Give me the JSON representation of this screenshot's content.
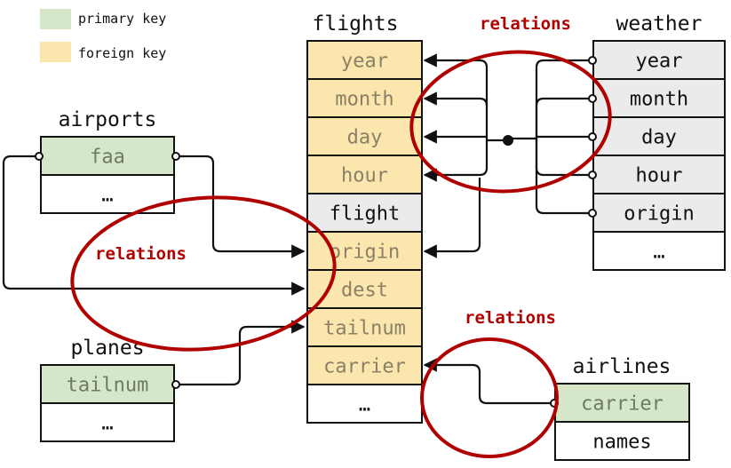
{
  "colors": {
    "primary_key": "#d6e6c8",
    "foreign_key": "#fbe6ad",
    "plain": "#ebebeb",
    "white": "#ffffff",
    "fk_text": "#8a8067",
    "pk_text": "#6d7a66",
    "relation": "#b00000",
    "border": "#111111"
  },
  "legend": {
    "primary_key": "primary key",
    "foreign_key": "foreign key"
  },
  "relations_label": "relations",
  "tables": {
    "flights": {
      "title": "flights",
      "fields": [
        {
          "name": "year",
          "kind": "fk"
        },
        {
          "name": "month",
          "kind": "fk"
        },
        {
          "name": "day",
          "kind": "fk"
        },
        {
          "name": "hour",
          "kind": "fk"
        },
        {
          "name": "flight",
          "kind": "plain"
        },
        {
          "name": "origin",
          "kind": "fk"
        },
        {
          "name": "dest",
          "kind": "fk"
        },
        {
          "name": "tailnum",
          "kind": "fk"
        },
        {
          "name": "carrier",
          "kind": "fk"
        },
        {
          "name": "…",
          "kind": "white"
        }
      ]
    },
    "weather": {
      "title": "weather",
      "fields": [
        {
          "name": "year",
          "kind": "plain"
        },
        {
          "name": "month",
          "kind": "plain"
        },
        {
          "name": "day",
          "kind": "plain"
        },
        {
          "name": "hour",
          "kind": "plain"
        },
        {
          "name": "origin",
          "kind": "plain"
        },
        {
          "name": "…",
          "kind": "white"
        }
      ]
    },
    "airports": {
      "title": "airports",
      "fields": [
        {
          "name": "faa",
          "kind": "pk"
        },
        {
          "name": "…",
          "kind": "white"
        }
      ]
    },
    "planes": {
      "title": "planes",
      "fields": [
        {
          "name": "tailnum",
          "kind": "pk"
        },
        {
          "name": "…",
          "kind": "white"
        }
      ]
    },
    "airlines": {
      "title": "airlines",
      "fields": [
        {
          "name": "carrier",
          "kind": "pk"
        },
        {
          "name": "names",
          "kind": "white"
        }
      ]
    }
  }
}
